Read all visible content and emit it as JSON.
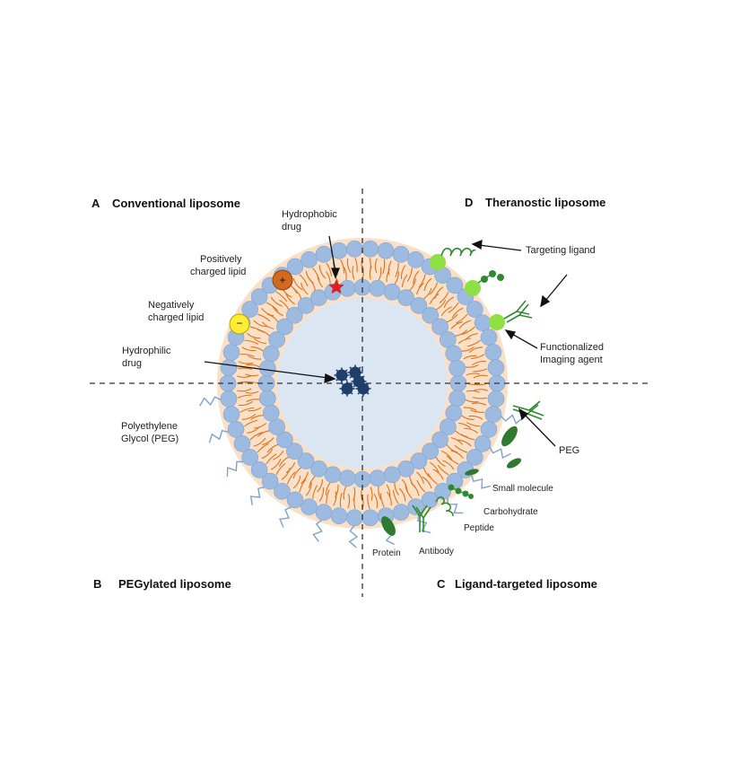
{
  "quadrants": {
    "a_letter": "A",
    "a_title": "Conventional liposome",
    "b_letter": "B",
    "b_title": "PEGylated liposome",
    "c_letter": "C",
    "c_title": "Ligand-targeted liposome",
    "d_letter": "D",
    "d_title": "Theranostic liposome"
  },
  "labels": {
    "hydrophobic_1": "Hydrophobic",
    "hydrophobic_2": "drug",
    "pos_1": "Positively",
    "pos_2": "charged lipid",
    "neg_1": "Negatively",
    "neg_2": "charged lipid",
    "hydrophilic_1": "Hydrophilic",
    "hydrophilic_2": "drug",
    "peg_1": "Polyethylene",
    "peg_2": "Glycol (PEG)",
    "targeting": "Targeting  ligand",
    "func_1": "Functionalized",
    "func_2": "Imaging  agent",
    "peg_right": "PEG",
    "small_molecule": "Small molecule",
    "carbohydrate": "Carbohydrate",
    "peptide": "Peptide",
    "protein": "Protein",
    "antibody": "Antibody",
    "pos_sign": "+",
    "neg_sign": "−"
  },
  "colors": {
    "head": "#9dbbe0",
    "head_stroke": "#7fa2cc",
    "membrane": "#fbe0c8",
    "tail": "#d9731f",
    "core": "#dbe6f3",
    "drug": "#1f3f6b",
    "green": "#2f8a2f",
    "light_green": "#8ee044",
    "star": "#e02020",
    "pos_lipid": "#d2691e",
    "neg_lipid": "#ffee33",
    "peg": "#7fa2cc"
  }
}
